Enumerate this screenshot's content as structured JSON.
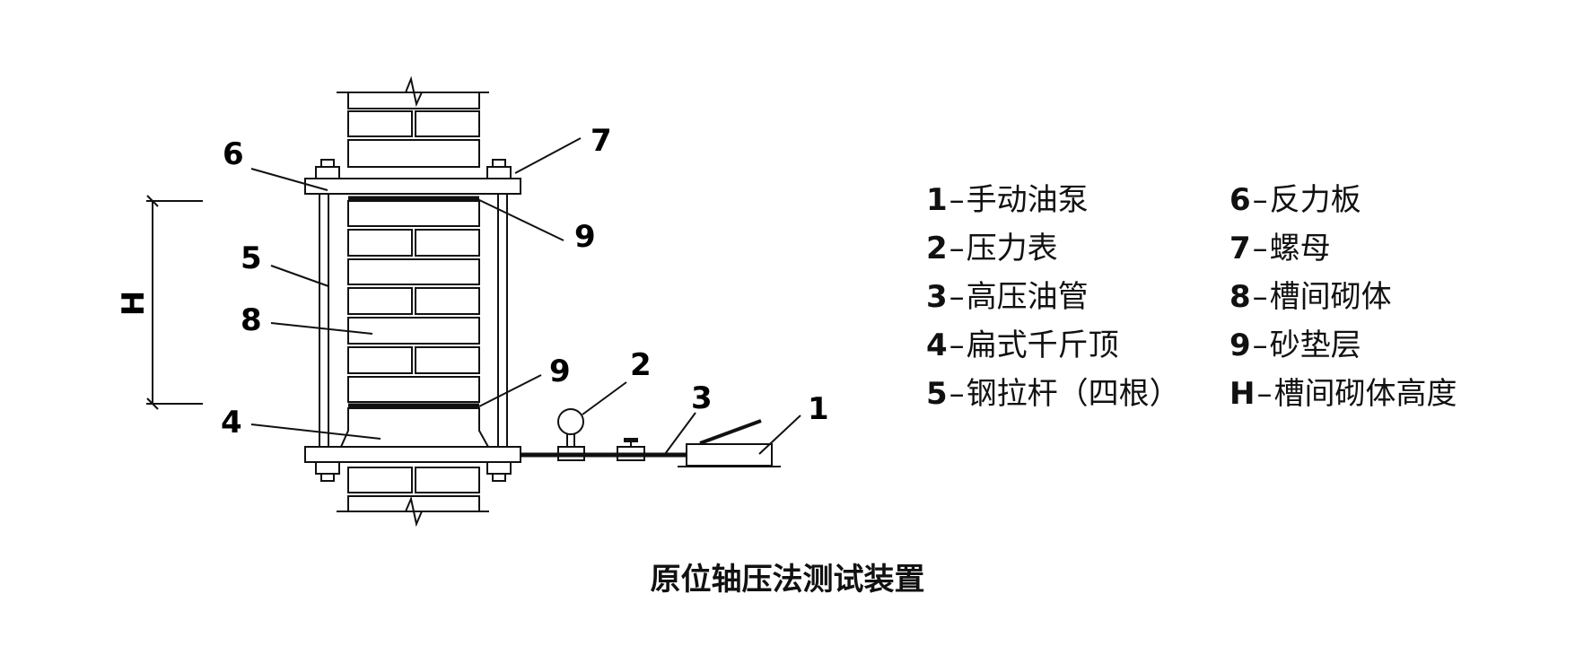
{
  "callouts": {
    "c1": "1",
    "c2": "2",
    "c3": "3",
    "c4": "4",
    "c5": "5",
    "c6": "6",
    "c7": "7",
    "c8": "8",
    "c9a": "9",
    "c9b": "9",
    "h": "H"
  },
  "legend": {
    "col_a": [
      {
        "key": "1",
        "sep": "–",
        "text": "手动油泵"
      },
      {
        "key": "2",
        "sep": "–",
        "text": "压力表"
      },
      {
        "key": "3",
        "sep": "–",
        "text": "高压油管"
      },
      {
        "key": "4",
        "sep": "–",
        "text": "扁式千斤顶"
      },
      {
        "key": "5",
        "sep": "–",
        "text": "钢拉杆（四根）"
      }
    ],
    "col_b": [
      {
        "key": "6",
        "sep": "–",
        "text": "反力板"
      },
      {
        "key": "7",
        "sep": "–",
        "text": "螺母"
      },
      {
        "key": "8",
        "sep": "–",
        "text": "槽间砌体"
      },
      {
        "key": "9",
        "sep": "–",
        "text": "砂垫层"
      },
      {
        "key": "H",
        "sep": "–",
        "text": "槽间砌体高度"
      }
    ]
  },
  "caption": "原位轴压法测试装置"
}
